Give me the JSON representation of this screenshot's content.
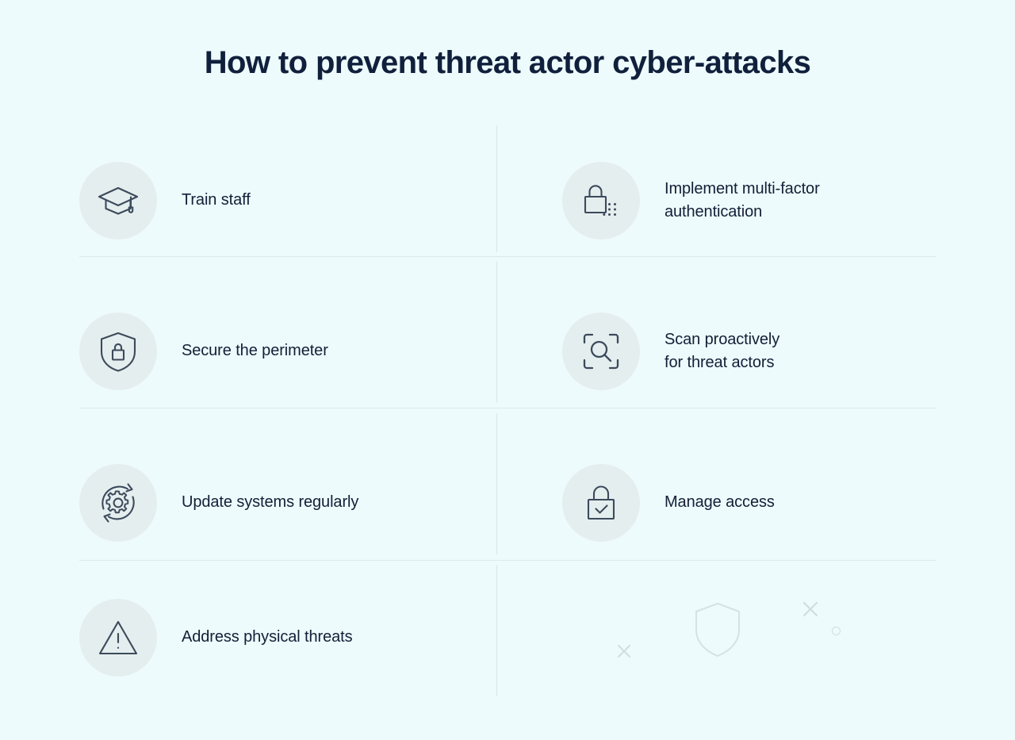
{
  "page": {
    "title": "How to prevent threat actor cyber-attacks",
    "background_color": "#edfbfc",
    "text_color": "#101c35",
    "icon_circle_color": "#e5eeee",
    "icon_stroke_color": "#3c4a5c",
    "divider_color": "#dde9e9"
  },
  "items": [
    {
      "label": "Train staff",
      "icon": "graduation-cap-icon",
      "column": "left",
      "row": 0
    },
    {
      "label": "Implement multi-factor\nauthentication",
      "icon": "lock-keypad-icon",
      "column": "right",
      "row": 0
    },
    {
      "label": "Secure the perimeter",
      "icon": "shield-lock-icon",
      "column": "left",
      "row": 1
    },
    {
      "label": "Scan proactively\nfor threat actors",
      "icon": "scan-search-icon",
      "column": "right",
      "row": 1
    },
    {
      "label": "Update systems regularly",
      "icon": "gear-refresh-icon",
      "column": "left",
      "row": 2
    },
    {
      "label": "Manage access",
      "icon": "lock-check-icon",
      "column": "right",
      "row": 2
    },
    {
      "label": "Address physical threats",
      "icon": "warning-triangle-icon",
      "column": "left",
      "row": 3
    }
  ],
  "decorations": [
    {
      "icon": "shield-outline-icon",
      "color": "#d3e2e3"
    },
    {
      "icon": "x-mark-icon",
      "color": "#cfdee0"
    },
    {
      "icon": "x-mark-icon",
      "color": "#cfdee0"
    },
    {
      "icon": "small-circle-icon",
      "color": "#cfdee0"
    }
  ]
}
